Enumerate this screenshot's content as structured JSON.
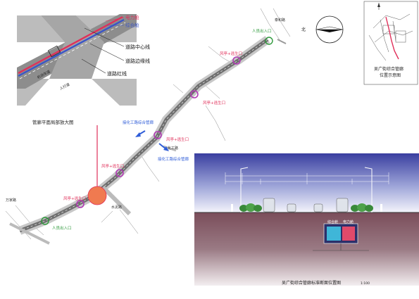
{
  "inset_detail": {
    "label_power": "电力舱",
    "label_combined": "综合舱",
    "label_centerline": "道路中心线",
    "label_edge": "道路边缘线",
    "label_redline": "道路红线",
    "label_motor": "机动车道",
    "label_sidewalk": "人行道",
    "caption": "管廊平面局部放大图"
  },
  "route_plan": {
    "vent_label": "风亭+逃生口",
    "personnel_entry": "人员出入口",
    "branch_label": "接化工路综合管廊",
    "street_label_a": "化工路",
    "street_label_b": "水泥路",
    "street_label_c": "万家路",
    "street_label_d": "泰和路"
  },
  "location_map": {
    "caption_line1": "吴广街综合管廊",
    "caption_line2": "位置示意图"
  },
  "cross_section": {
    "caption": "吴广街综合管廊标准断面位置图",
    "scale": "1:100",
    "cabin_left": "综合舱",
    "cabin_right": "电力舱"
  },
  "colors": {
    "red_line": "#e0305a",
    "blue_line": "#3a55c8",
    "vent_purple": "#b23bb5",
    "entry_green": "#2f9a3c",
    "junction_orange": "#f07a50",
    "sky_top": "#3a3fa0",
    "soil": "#7a4d5a",
    "arrow_blue": "#2f5dd8"
  }
}
